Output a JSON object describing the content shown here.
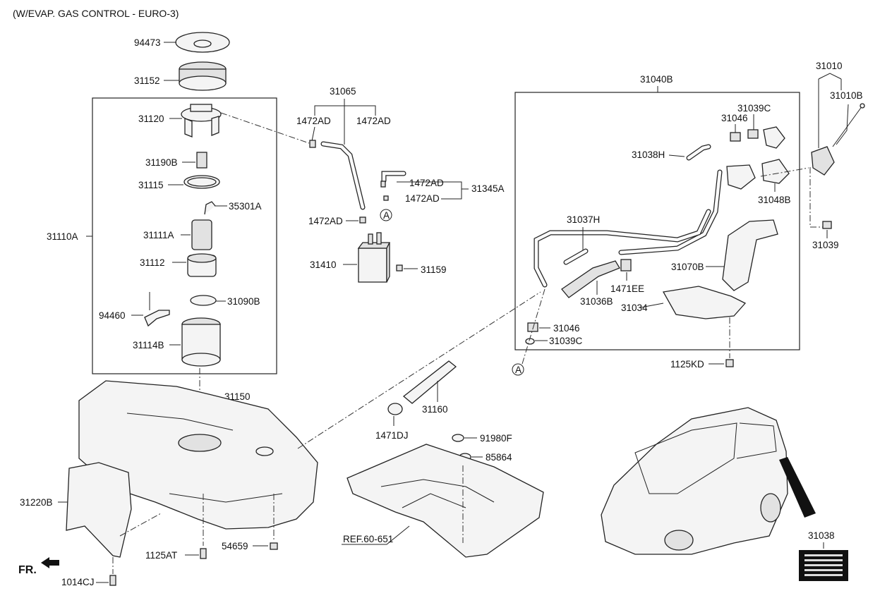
{
  "header": {
    "title": "(W/EVAP. GAS CONTROL - EURO-3)"
  },
  "labels": {
    "p94473": "94473",
    "p31152": "31152",
    "p31120": "31120",
    "p31190B": "31190B",
    "p31115": "31115",
    "p35301A": "35301A",
    "p31110A": "31110A",
    "p31111A": "31111A",
    "p31112": "31112",
    "p31090B": "31090B",
    "p94460": "94460",
    "p31114B": "31114B",
    "p31065": "31065",
    "p1472AD_a": "1472AD",
    "p1472AD_b": "1472AD",
    "p1472AD_c": "1472AD",
    "p1472AD_d": "1472AD",
    "p1472AD_e": "1472AD",
    "p31345A": "31345A",
    "p31410": "31410",
    "p31159": "31159",
    "callout_a1": "A",
    "callout_a2": "A",
    "p31040B": "31040B",
    "p31039C_a": "31039C",
    "p31046_a": "31046",
    "p31038H": "31038H",
    "p31048B": "31048B",
    "p31037H": "31037H",
    "p31070B": "31070B",
    "p1471EE": "1471EE",
    "p31036B": "31036B",
    "p31034": "31034",
    "p31046_b": "31046",
    "p31039C_b": "31039C",
    "p1125KD": "1125KD",
    "p31010": "31010",
    "p31010B": "31010B",
    "p31039": "31039",
    "p31150": "31150",
    "p31160": "31160",
    "p1471DJ": "1471DJ",
    "p91980F": "91980F",
    "p85864": "85864",
    "p31220B": "31220B",
    "p1125AT": "1125AT",
    "p54659": "54659",
    "p1014CJ": "1014CJ",
    "ref": "REF.60-651",
    "p31038": "31038",
    "fr": "FR."
  }
}
